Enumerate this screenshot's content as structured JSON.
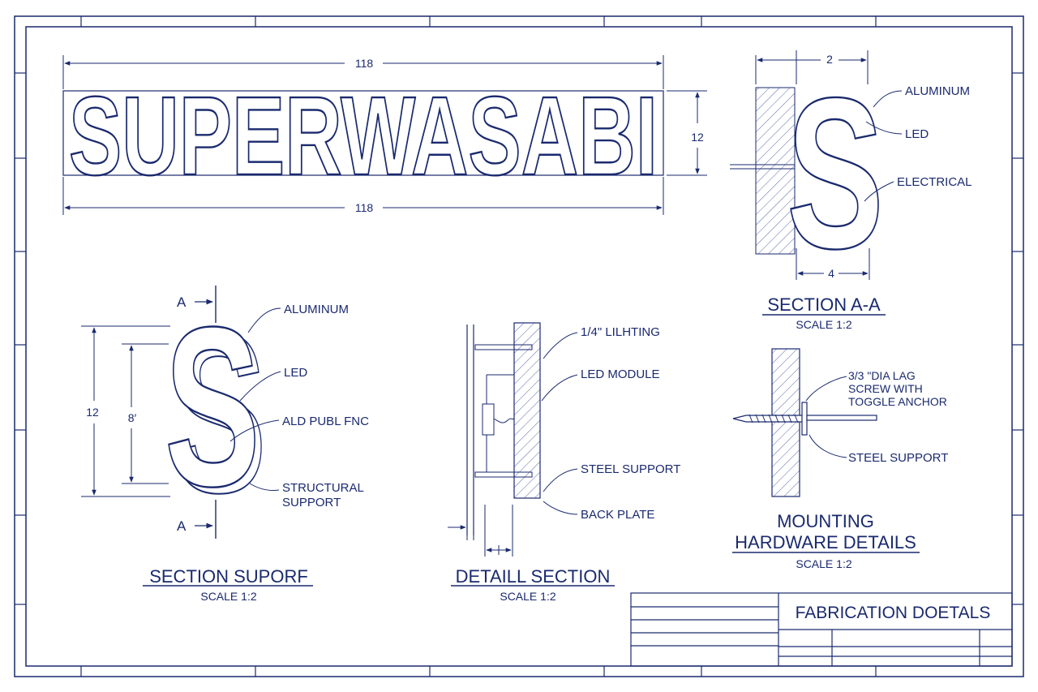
{
  "colors": {
    "ink": "#1a2a6e",
    "paper": "#ffffff",
    "hatch": "#5a6aa8"
  },
  "sign": {
    "text": "SUPERWASABI",
    "dim_top": "118",
    "dim_bottom": "118",
    "dim_height": "12"
  },
  "section_aa": {
    "letter": "S",
    "dim_top": "2",
    "dim_bottom": "4",
    "callouts": [
      "ALUMINUM",
      "LED",
      "ELECTRICAL"
    ],
    "title": "SECTION A-A",
    "scale": "SCALE 1:2"
  },
  "section_support": {
    "letter": "S",
    "section_mark": "A",
    "dim_outer": "12",
    "dim_inner": "8′",
    "callouts": [
      "ALUMINUM",
      "LED",
      "ALD PUBL FNC",
      "STRUCTURAL",
      "SUPPORT"
    ],
    "title": "SECTION SUPORF",
    "scale": "SCALE 1:2"
  },
  "detail_section": {
    "callouts": [
      "1/4\" LILHTING",
      "LED MODULE",
      "STEEL SUPPORT",
      "BACK PLATE"
    ],
    "title": "DETAILL SECTION",
    "scale": "SCALE 1:2"
  },
  "mounting": {
    "callouts": [
      "3/3 \"DIA LAG",
      "SCREW WITH",
      "TOGGLE ANCHOR",
      "STEEL SUPPORT"
    ],
    "title_line1": "MOUNTING",
    "title_line2": "HARDWARE DETAILS",
    "scale": "SCALE 1:2"
  },
  "title_block": {
    "title": "FABRICATION DOETALS"
  }
}
